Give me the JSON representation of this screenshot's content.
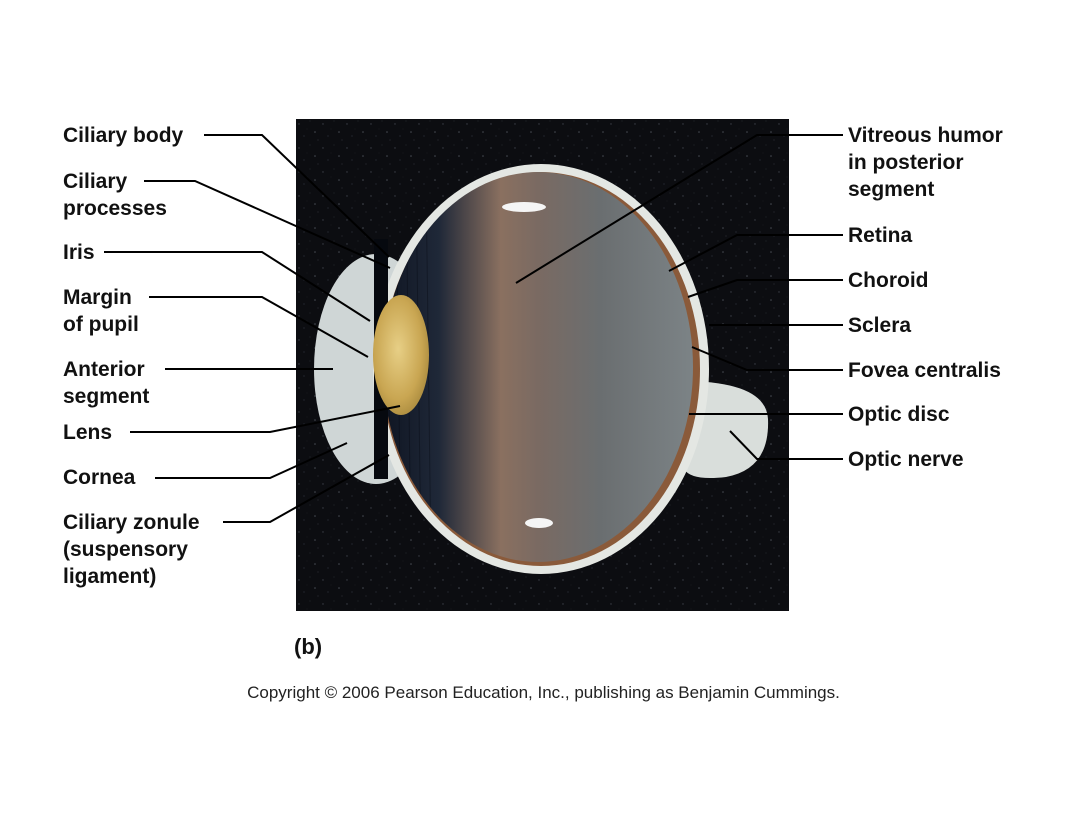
{
  "left_labels": [
    {
      "id": "ciliary-body",
      "lines": [
        "Ciliary body"
      ]
    },
    {
      "id": "ciliary-processes",
      "lines": [
        "Ciliary",
        "processes"
      ]
    },
    {
      "id": "iris",
      "lines": [
        "Iris"
      ]
    },
    {
      "id": "margin-of-pupil",
      "lines": [
        "Margin",
        "of pupil"
      ]
    },
    {
      "id": "anterior-segment",
      "lines": [
        "Anterior",
        "segment"
      ]
    },
    {
      "id": "lens",
      "lines": [
        "Lens"
      ]
    },
    {
      "id": "cornea",
      "lines": [
        "Cornea"
      ]
    },
    {
      "id": "ciliary-zonule",
      "lines": [
        "Ciliary zonule",
        "(suspensory",
        "ligament)"
      ]
    }
  ],
  "right_labels": [
    {
      "id": "vitreous-humor",
      "lines": [
        "Vitreous humor",
        "in posterior",
        "segment"
      ]
    },
    {
      "id": "retina",
      "lines": [
        "Retina"
      ]
    },
    {
      "id": "choroid",
      "lines": [
        "Choroid"
      ]
    },
    {
      "id": "sclera",
      "lines": [
        "Sclera"
      ]
    },
    {
      "id": "fovea-centralis",
      "lines": [
        "Fovea centralis"
      ]
    },
    {
      "id": "optic-disc",
      "lines": [
        "Optic disc"
      ]
    },
    {
      "id": "optic-nerve",
      "lines": [
        "Optic nerve"
      ]
    }
  ],
  "panel_letter": "(b)",
  "copyright": "Copyright © 2006 Pearson Education, Inc., publishing as Benjamin Cummings."
}
